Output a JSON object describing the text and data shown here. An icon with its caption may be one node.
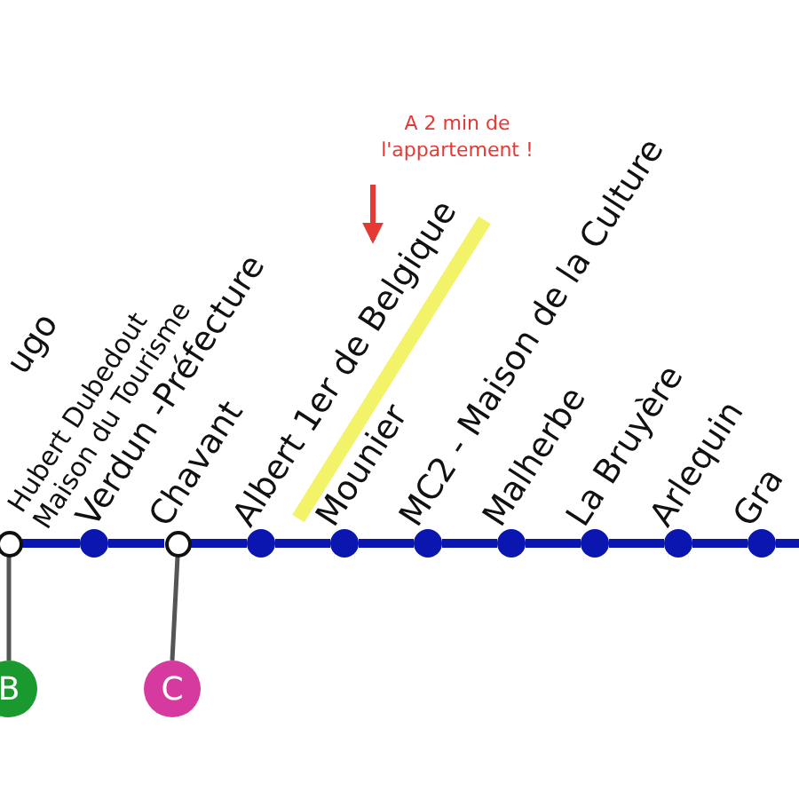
{
  "diagram": {
    "nodes": [
      {
        "text": [],
        "shape": "circle",
        "beside": [
          "Hubert Dubedout Maison du Tourisme"
        ]
      },
      {
        "text": [],
        "shape": "circle",
        "beside": [
          "Verdun -Préfecture"
        ]
      },
      {
        "text": [],
        "shape": "circle",
        "beside": [
          "Chavant"
        ]
      },
      {
        "text": [],
        "shape": "circle",
        "beside": [
          "Albert 1er de Belgique"
        ]
      },
      {
        "text": [],
        "shape": "circle",
        "beside": [
          "Mounier"
        ]
      },
      {
        "text": [],
        "shape": "circle",
        "beside": [
          "MC2 - Maison de la Culture"
        ]
      },
      {
        "text": [],
        "shape": "circle",
        "beside": [
          "Malherbe"
        ]
      },
      {
        "text": [],
        "shape": "circle",
        "beside": [
          "La Bruyère"
        ]
      },
      {
        "text": [],
        "shape": "circle",
        "beside": [
          "Arlequin"
        ]
      },
      {
        "text": [],
        "shape": "circle",
        "beside": [
          "Gra"
        ]
      },
      {
        "text": [
          "A 2 min de l'appartement !"
        ]
      },
      {
        "text": [
          "B"
        ]
      },
      {
        "text": [
          "C"
        ]
      }
    ],
    "edges": [
      {
        "from": 0,
        "to": 1,
        "arrow": "none"
      },
      {
        "from": 1,
        "to": 2,
        "arrow": "none"
      },
      {
        "from": 2,
        "to": 3,
        "arrow": "none"
      },
      {
        "from": 3,
        "to": 4,
        "arrow": "none"
      },
      {
        "from": 4,
        "to": 5,
        "arrow": "none"
      },
      {
        "from": 5,
        "to": 6,
        "arrow": "none"
      },
      {
        "from": 6,
        "to": 7,
        "arrow": "none"
      },
      {
        "from": 7,
        "to": 8,
        "arrow": "none"
      },
      {
        "from": 8,
        "to": 9,
        "arrow": "none"
      },
      {
        "from": 9,
        "to": null,
        "arrow": "none"
      },
      {
        "from": 0,
        "to": 11,
        "arrow": "none",
        "color": "#555555"
      },
      {
        "from": 2,
        "to": 12,
        "arrow": "none",
        "color": "#555555"
      },
      {
        "from": 10,
        "to": 3,
        "arrow": "to",
        "color": "#e53935"
      }
    ],
    "labels": [
      "ugo"
    ]
  }
}
